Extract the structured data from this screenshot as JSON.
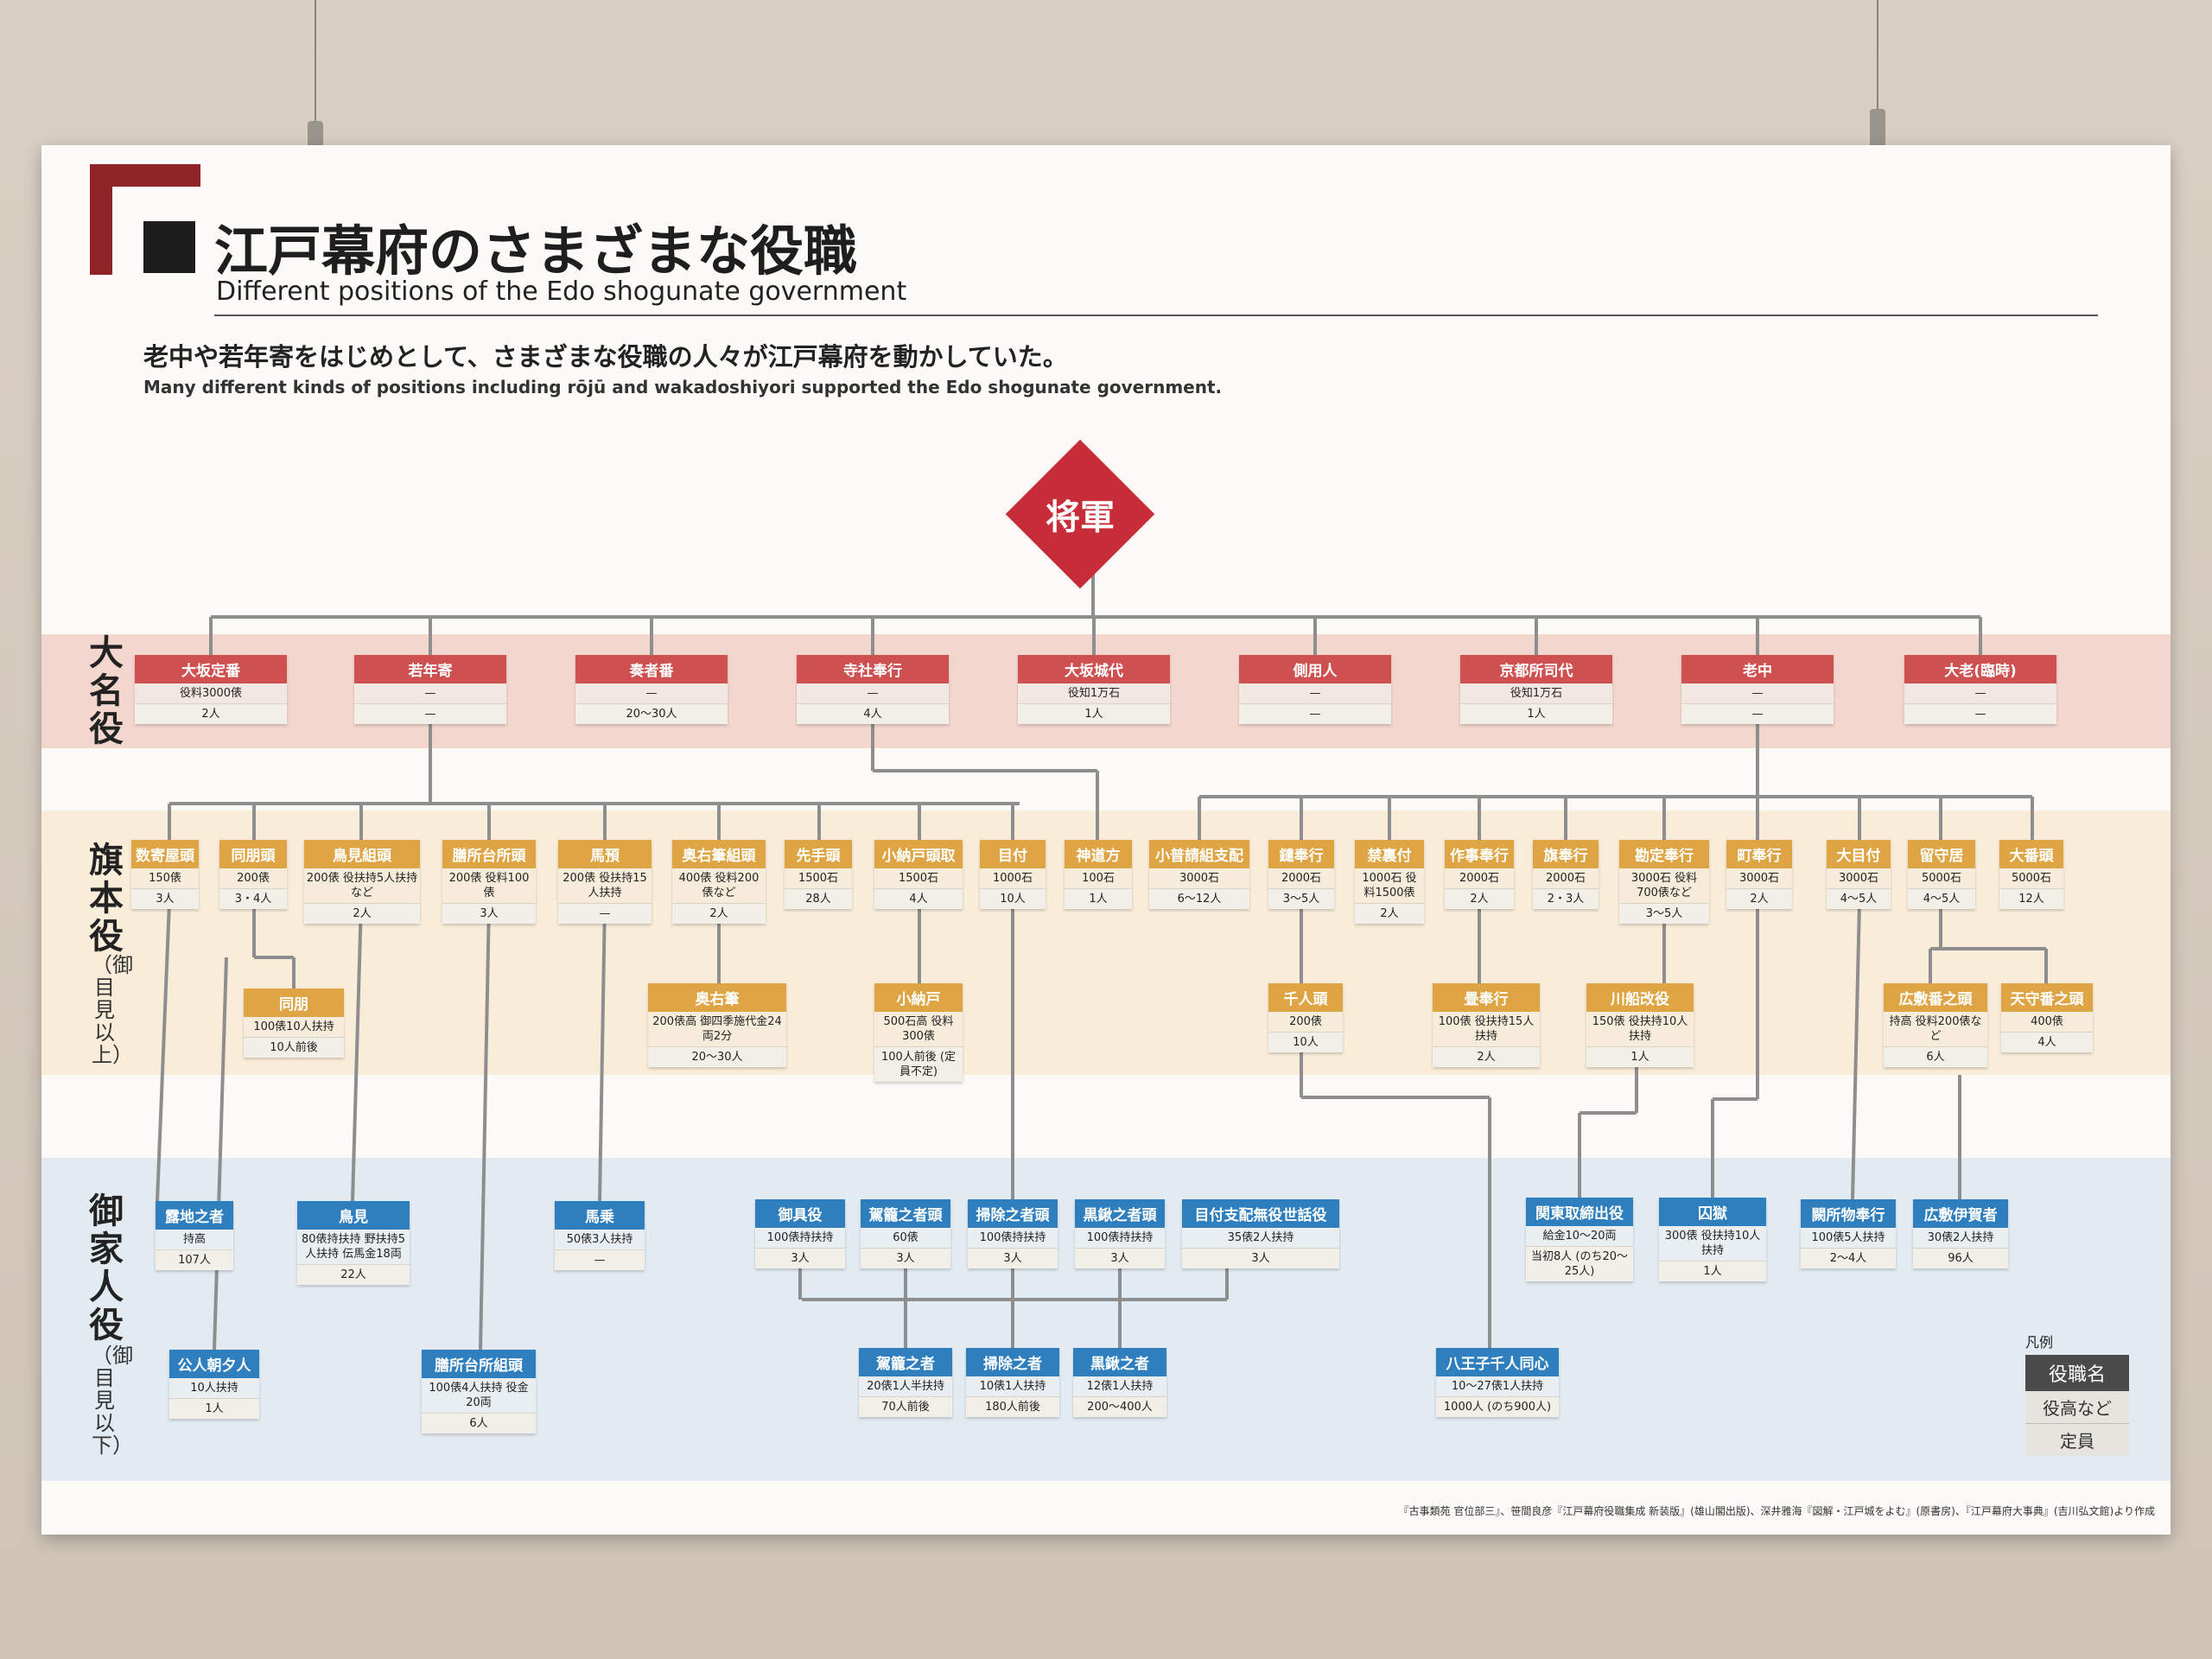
{
  "header": {
    "title_jp": "江戸幕府のさまざまな役職",
    "title_en": "Different positions of the Edo shogunate government",
    "subtitle_jp": "老中や若年寄をはじめとして、さまざまな役職の人々が江戸幕府を動かしていた。",
    "subtitle_en": "Many different kinds of positions including rōjū and wakadoshiyori supported the Edo shogunate government."
  },
  "root": {
    "label": "将軍"
  },
  "bands": {
    "daimyo": "大名役",
    "hatamoto": "旗本役",
    "hatamoto_sub": "（御目見以上）",
    "gokenin": "御家人役",
    "gokenin_sub": "（御目見以下）"
  },
  "nodes": [
    {
      "id": "osaka_jodai",
      "tier": "d",
      "name": "大坂定番",
      "stipend": "役料3000俵",
      "count": "2人"
    },
    {
      "id": "wakadoshiyori",
      "tier": "d",
      "name": "若年寄",
      "stipend": "—",
      "count": "—"
    },
    {
      "id": "sojaban",
      "tier": "d",
      "name": "奏者番",
      "stipend": "—",
      "count": "20～30人"
    },
    {
      "id": "jisha_bugyo",
      "tier": "d",
      "name": "寺社奉行",
      "stipend": "—",
      "count": "4人"
    },
    {
      "id": "osaka_jodai2",
      "tier": "d",
      "name": "大坂城代",
      "stipend": "役知1万石",
      "count": "1人"
    },
    {
      "id": "sobayonin",
      "tier": "d",
      "name": "側用人",
      "stipend": "—",
      "count": "—"
    },
    {
      "id": "kyoto_shoshidai",
      "tier": "d",
      "name": "京都所司代",
      "stipend": "役知1万石",
      "count": "1人"
    },
    {
      "id": "roju",
      "tier": "d",
      "name": "老中",
      "stipend": "—",
      "count": "—"
    },
    {
      "id": "tairo",
      "tier": "d",
      "name": "大老(臨時)",
      "stipend": "—",
      "count": "—"
    },
    {
      "id": "sukiyagashira",
      "tier": "h",
      "name": "数寄屋頭",
      "stipend": "150俵",
      "count": "3人"
    },
    {
      "id": "dobogashira",
      "tier": "h",
      "name": "同朋頭",
      "stipend": "200俵",
      "count": "3・4人"
    },
    {
      "id": "takami_kumigashira",
      "tier": "h",
      "name": "鳥見組頭",
      "stipend": "200俵 役扶持5人扶持など",
      "count": "2人"
    },
    {
      "id": "zenshodaidokoro",
      "tier": "h",
      "name": "膳所台所頭",
      "stipend": "200俵 役料100俵",
      "count": "3人"
    },
    {
      "id": "uma_azukari",
      "tier": "h",
      "name": "馬預",
      "stipend": "200俵 役扶持15人扶持",
      "count": "—"
    },
    {
      "id": "okuyuhitsu_kumigashira",
      "tier": "h",
      "name": "奥右筆組頭",
      "stipend": "400俵 役料200俵など",
      "count": "2人"
    },
    {
      "id": "sakitegashira",
      "tier": "h",
      "name": "先手頭",
      "stipend": "1500石",
      "count": "28人"
    },
    {
      "id": "konando_tori",
      "tier": "h",
      "name": "小納戸頭取",
      "stipend": "1500石",
      "count": "4人"
    },
    {
      "id": "metsuke",
      "tier": "h",
      "name": "目付",
      "stipend": "1000石",
      "count": "10人"
    },
    {
      "id": "shintokata",
      "tier": "h",
      "name": "神道方",
      "stipend": "100石",
      "count": "1人"
    },
    {
      "id": "kofushin",
      "tier": "h",
      "name": "小普請組支配",
      "stipend": "3000石",
      "count": "6～12人"
    },
    {
      "id": "tsutsumi_bugyo",
      "tier": "h",
      "name": "鑓奉行",
      "stipend": "2000石",
      "count": "3～5人"
    },
    {
      "id": "kinri_tsuki",
      "tier": "h",
      "name": "禁裏付",
      "stipend": "1000石 役料1500俵",
      "count": "2人"
    },
    {
      "id": "sakuji_bugyo",
      "tier": "h",
      "name": "作事奉行",
      "stipend": "2000石",
      "count": "2人"
    },
    {
      "id": "hata_bugyo",
      "tier": "h",
      "name": "旗奉行",
      "stipend": "2000石",
      "count": "2・3人"
    },
    {
      "id": "kanjo_bugyo",
      "tier": "h",
      "name": "勘定奉行",
      "stipend": "3000石 役料700俵など",
      "count": "3～5人"
    },
    {
      "id": "machi_bugyo",
      "tier": "h",
      "name": "町奉行",
      "stipend": "3000石",
      "count": "2人"
    },
    {
      "id": "ometsuke",
      "tier": "h",
      "name": "大目付",
      "stipend": "3000石",
      "count": "4～5人"
    },
    {
      "id": "rusui",
      "tier": "h",
      "name": "留守居",
      "stipend": "5000石",
      "count": "4～5人"
    },
    {
      "id": "obangashira",
      "tier": "h",
      "name": "大番頭",
      "stipend": "5000石",
      "count": "12人"
    },
    {
      "id": "dobo",
      "tier": "h",
      "name": "同朋",
      "stipend": "100俵10人扶持",
      "count": "10人前後"
    },
    {
      "id": "okuyuhitsu",
      "tier": "h",
      "name": "奥右筆",
      "stipend": "200俵高 御四季施代金24両2分",
      "count": "20～30人"
    },
    {
      "id": "konando",
      "tier": "h",
      "name": "小納戸",
      "stipend": "500石高 役料300俵",
      "count": "100人前後 (定員不定)"
    },
    {
      "id": "sennin_gashira",
      "tier": "h",
      "name": "千人頭",
      "stipend": "200俵",
      "count": "10人"
    },
    {
      "id": "tatami_bugyo",
      "tier": "h",
      "name": "畳奉行",
      "stipend": "100俵 役扶持15人扶持",
      "count": "2人"
    },
    {
      "id": "kawafune",
      "tier": "h",
      "name": "川船改役",
      "stipend": "150俵 役扶持10人扶持",
      "count": "1人"
    },
    {
      "id": "hiroshiki_bangashira",
      "tier": "h",
      "name": "広敷番之頭",
      "stipend": "持高 役料200俵など",
      "count": "6人"
    },
    {
      "id": "tenshu_bangashira",
      "tier": "h",
      "name": "天守番之頭",
      "stipend": "400俵",
      "count": "4人"
    },
    {
      "id": "roji_no_mono",
      "tier": "g",
      "name": "露地之者",
      "stipend": "持高",
      "count": "107人"
    },
    {
      "id": "takami",
      "tier": "g",
      "name": "鳥見",
      "stipend": "80俵持扶持 野扶持5人扶持 伝馬金18両",
      "count": "22人"
    },
    {
      "id": "umanori",
      "tier": "g",
      "name": "馬乗",
      "stipend": "50俵3人扶持",
      "count": "—"
    },
    {
      "id": "ogushiyaku",
      "tier": "g",
      "name": "御具役",
      "stipend": "100俵持扶持",
      "count": "3人"
    },
    {
      "id": "kagonomono_gashira",
      "tier": "g",
      "name": "駕籠之者頭",
      "stipend": "60俵",
      "count": "3人"
    },
    {
      "id": "sojinomono_gashira",
      "tier": "g",
      "name": "掃除之者頭",
      "stipend": "100俵持扶持",
      "count": "3人"
    },
    {
      "id": "kurokuwa_gashira",
      "tier": "g",
      "name": "黒鍬之者頭",
      "stipend": "100俵持扶持",
      "count": "3人"
    },
    {
      "id": "metsuke_shihai",
      "tier": "g",
      "name": "目付支配無役世話役",
      "stipend": "35俵2人扶持",
      "count": "3人"
    },
    {
      "id": "kanto_torishimari",
      "tier": "g",
      "name": "関東取締出役",
      "stipend": "給金10～20両",
      "count": "当初8人 (のち20～25人)"
    },
    {
      "id": "roya",
      "tier": "g",
      "name": "囚獄",
      "stipend": "300俵 役扶持10人扶持",
      "count": "1人"
    },
    {
      "id": "aratamebugyo",
      "tier": "g",
      "name": "闕所物奉行",
      "stipend": "100俵5人扶持",
      "count": "2～4人"
    },
    {
      "id": "hiroshiki_iga",
      "tier": "g",
      "name": "広敷伊賀者",
      "stipend": "30俵2人扶持",
      "count": "96人"
    },
    {
      "id": "kujin_choseki",
      "tier": "g",
      "name": "公人朝夕人",
      "stipend": "10人扶持",
      "count": "1人"
    },
    {
      "id": "zensho_kumigashira",
      "tier": "g",
      "name": "膳所台所組頭",
      "stipend": "100俵4人扶持 役金20両",
      "count": "6人"
    },
    {
      "id": "kagonomono",
      "tier": "g",
      "name": "駕籠之者",
      "stipend": "20俵1人半扶持",
      "count": "70人前後"
    },
    {
      "id": "sojinomono",
      "tier": "g",
      "name": "掃除之者",
      "stipend": "10俵1人扶持",
      "count": "180人前後"
    },
    {
      "id": "kurokuwa",
      "tier": "g",
      "name": "黒鍬之者",
      "stipend": "12俵1人扶持",
      "count": "200～400人"
    },
    {
      "id": "hachioji",
      "tier": "g",
      "name": "八王子千人同心",
      "stipend": "10～27俵1人扶持",
      "count": "1000人 (のち900人)"
    }
  ],
  "legend": {
    "title": "凡例",
    "name": "役職名",
    "stipend": "役高など",
    "count": "定員"
  },
  "source": "『古事類苑 官位部三』、笹間良彦『江戸幕府役職集成 新装版』(雄山閣出版)、深井雅海『図解・江戸城をよむ』(原書房)、『江戸幕府大事典』(吉川弘文館)より作成"
}
